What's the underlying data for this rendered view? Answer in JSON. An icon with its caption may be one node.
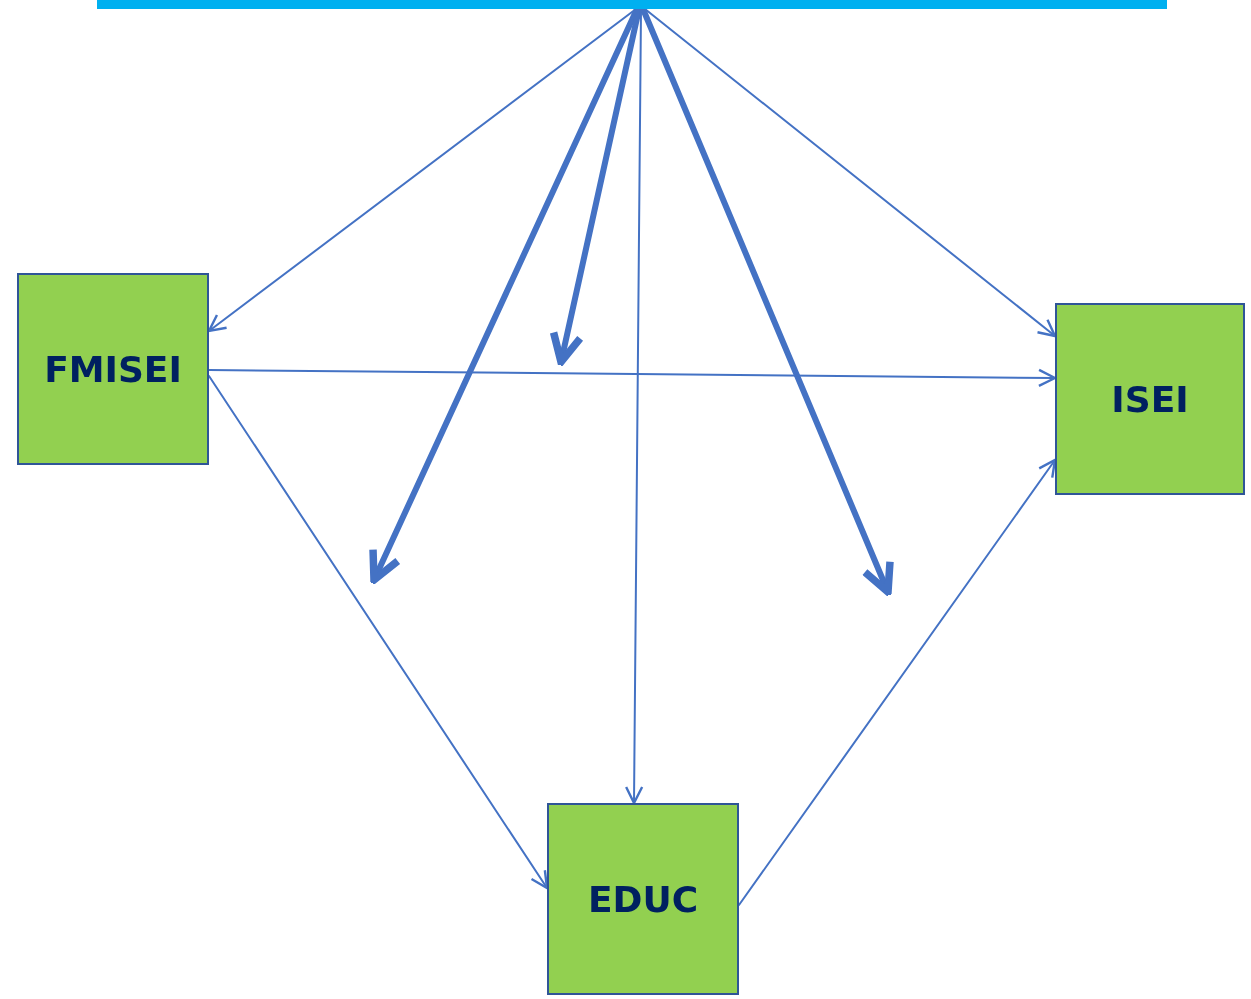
{
  "diagram": {
    "nodes": [
      {
        "text": [],
        "shape": "bar"
      },
      {
        "text": [
          "FMISEI"
        ]
      },
      {
        "text": [
          "ISEI"
        ]
      },
      {
        "text": [
          "EDUC"
        ]
      }
    ],
    "edges": [
      {
        "from": 0,
        "to": 1,
        "arrow": "to"
      },
      {
        "from": 0,
        "to": null,
        "arrow": "to",
        "style": "thick"
      },
      {
        "from": 0,
        "to": null,
        "arrow": "to",
        "style": "thick"
      },
      {
        "from": 0,
        "to": 3,
        "arrow": "to"
      },
      {
        "from": 0,
        "to": null,
        "arrow": "to",
        "style": "thick"
      },
      {
        "from": 0,
        "to": 2,
        "arrow": "to"
      },
      {
        "from": 1,
        "to": 2,
        "arrow": "to"
      },
      {
        "from": 1,
        "to": 3,
        "arrow": "to"
      },
      {
        "from": 3,
        "to": 2,
        "arrow": "to"
      }
    ]
  }
}
